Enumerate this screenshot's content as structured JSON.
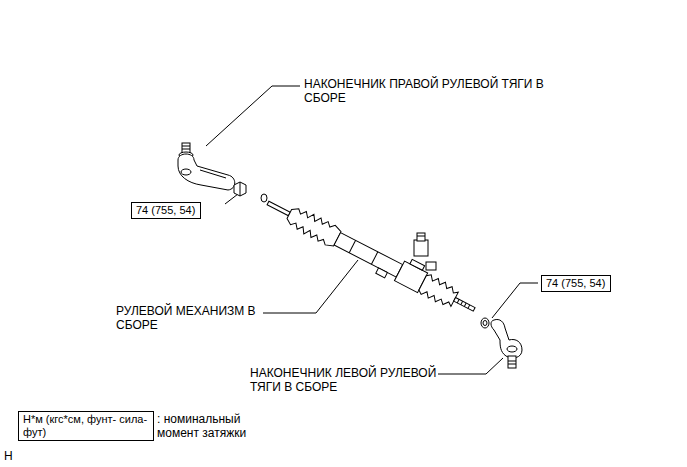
{
  "diagram": {
    "nodes": [
      {
        "text": [
          "74 (755, 54)"
        ]
      },
      {
        "text": [
          "74 (755, 54)"
        ]
      },
      {
        "text": [
          "Н*м (кгс*см, фунт- сила-фут)"
        ]
      }
    ],
    "labels": [
      "НАКОНЕЧНИК ПРАВОЙ РУЛЕВОЙ ТЯГИ В СБОРЕ",
      "РУЛЕВОЙ МЕХАНИЗМ В СБОРЕ",
      "НАКОНЕЧНИК ЛЕВОЙ РУЛЕВОЙ ТЯГИ В СБОРЕ",
      ": номинальный момент затяжки",
      "H"
    ]
  }
}
